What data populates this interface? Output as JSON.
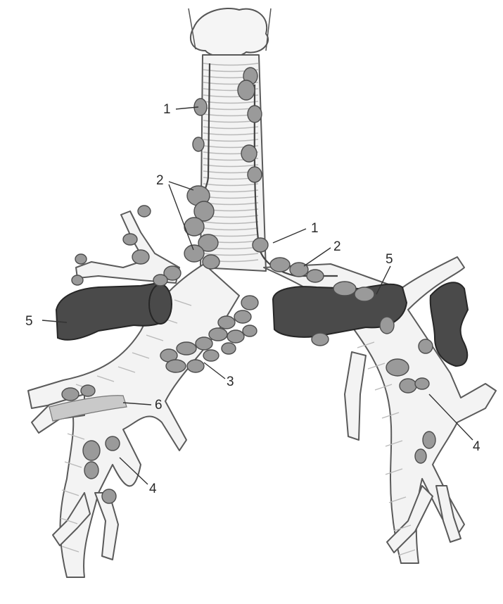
{
  "labels": {
    "l1a": "1",
    "l1b": "1",
    "l2a": "2",
    "l2b": "2",
    "l3": "3",
    "l4a": "4",
    "l4b": "4",
    "l5a": "5",
    "l5b": "5",
    "l6": "6"
  },
  "colors": {
    "paper": "#ffffff",
    "airway": "#f3f3f3",
    "lymph_node": "#9a9a9a",
    "vessel": "#4a4a4a",
    "ink": "#2a2a2a"
  }
}
